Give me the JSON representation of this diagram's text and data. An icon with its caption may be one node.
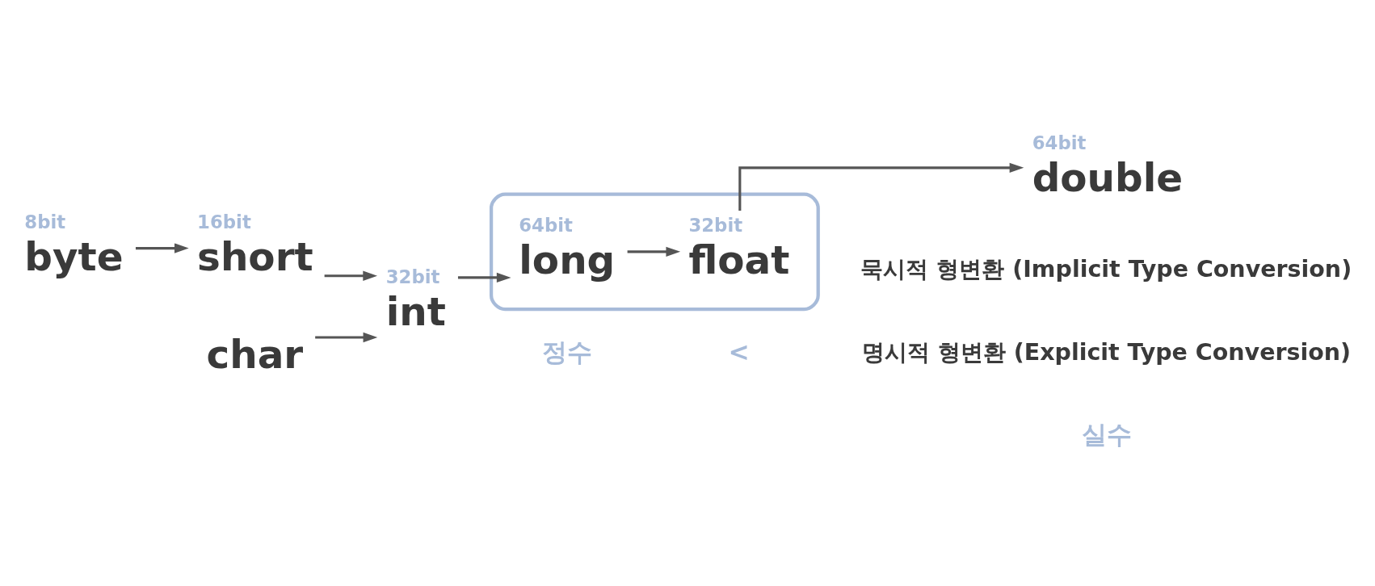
{
  "diagram": {
    "nodes": [
      {
        "text": [
          "byte"
        ],
        "beside": [
          "8bit"
        ]
      },
      {
        "text": [
          "short"
        ],
        "beside": [
          "16bit"
        ]
      },
      {
        "text": [
          "char"
        ]
      },
      {
        "text": [
          "int"
        ],
        "beside": [
          "32bit"
        ]
      },
      {
        "text": [],
        "shape": "box"
      },
      {
        "text": [
          "long"
        ],
        "beside": [
          "64bit"
        ],
        "in": 4
      },
      {
        "text": [
          "float"
        ],
        "beside": [
          "32bit"
        ],
        "in": 4
      },
      {
        "text": [
          "double"
        ],
        "beside": [
          "64bit"
        ]
      }
    ],
    "edges": [
      {
        "from": 0,
        "to": 1,
        "arrow": "to"
      },
      {
        "from": 1,
        "to": 3,
        "arrow": "to"
      },
      {
        "from": 2,
        "to": 3,
        "arrow": "to"
      },
      {
        "from": 3,
        "to": 5,
        "arrow": "to"
      },
      {
        "from": 5,
        "to": 6,
        "arrow": "to"
      },
      {
        "from": 6,
        "to": 7,
        "arrow": "to"
      }
    ],
    "labels": [
      "정수",
      "<",
      "실수",
      "묵시적 형변환 (Implicit Type Conversion)",
      "명시적 형변환 (Explicit Type Conversion)"
    ]
  }
}
